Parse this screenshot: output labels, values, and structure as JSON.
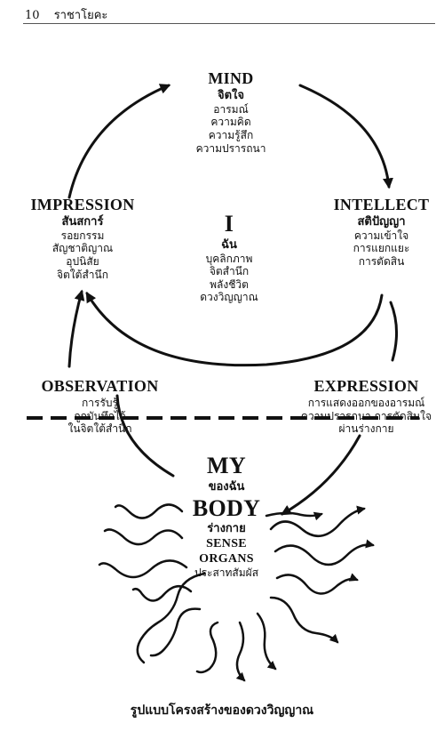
{
  "header": {
    "page_number": "10",
    "running_title": "ราชาโยคะ"
  },
  "nodes": {
    "mind": {
      "en": "MIND",
      "th": "จิตใจ",
      "items": [
        "อารมณ์",
        "ความคิด",
        "ความรู้สึก",
        "ความปรารถนา"
      ]
    },
    "intellect": {
      "en": "INTELLECT",
      "th": "สติปัญญา",
      "items": [
        "ความเข้าใจ",
        "การแยกแยะ",
        "การตัดสิน"
      ]
    },
    "impression": {
      "en": "IMPRESSION",
      "th": "สันสการ์",
      "items": [
        "รอยกรรม",
        "สัญชาติญาณ",
        "อุปนิสัย",
        "จิตใต้สำนึก"
      ]
    },
    "self": {
      "en": "I",
      "th": "ฉัน",
      "items": [
        "บุคลิกภาพ",
        "จิตสำนึก",
        "พลังชีวิต",
        "ดวงวิญญาณ"
      ]
    },
    "observation": {
      "en": "OBSERVATION",
      "items": [
        "การรับรู้",
        "ถูกบันทึกไว้",
        "ในจิตใต้สำนึก"
      ]
    },
    "expression": {
      "en": "EXPRESSION",
      "items": [
        "การแสดงออกของอารมณ์",
        "ความปรารถนา การตัดสินใจ",
        "ผ่านร่างกาย"
      ]
    },
    "body": {
      "my_en": "MY",
      "my_th": "ของฉัน",
      "body_en": "BODY",
      "body_th": "ร่างกาย",
      "sense_line1": "SENSE",
      "sense_line2": "ORGANS",
      "sense_th": "ประสาทสัมผัส"
    }
  },
  "caption": "รูปแบบโครงสร้างของดวงวิญญาณ"
}
